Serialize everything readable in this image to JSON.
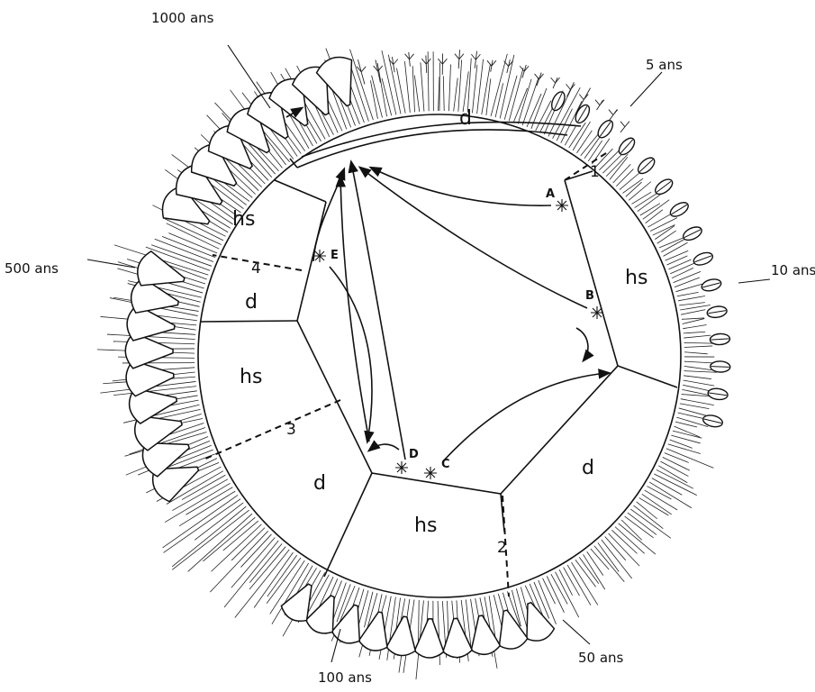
{
  "time_labels": {
    "t1000": "1000 ans",
    "t5": "5 ans",
    "t500": "500 ans",
    "t10": "10 ans",
    "t100": "100 ans",
    "t50": "50 ans"
  },
  "zones": {
    "d_top": "d",
    "hs_right": "hs",
    "d_lower_right": "d",
    "hs_bottom": "hs",
    "d_lower_left": "d",
    "hs_left": "hs",
    "d_left": "d",
    "hs_upper_left": "hs"
  },
  "boundaries": {
    "b1": "1",
    "b2": "2",
    "b3": "3",
    "b4": "4"
  },
  "points": {
    "A": "A",
    "B": "B",
    "C": "C",
    "D": "D",
    "E": "E"
  }
}
